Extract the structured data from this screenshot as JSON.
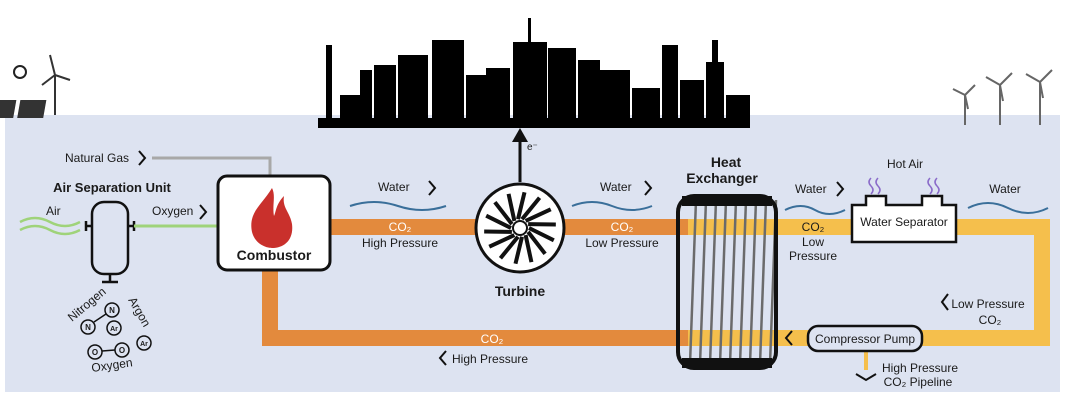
{
  "labels": {
    "natural_gas": "Natural Gas",
    "asu": "Air Separation Unit",
    "air": "Air",
    "oxygen_in": "Oxygen",
    "combustor": "Combustor",
    "turbine": "Turbine",
    "electron": "e⁻",
    "water1": "Water",
    "water2": "Water",
    "water3": "Water",
    "water4": "Water",
    "co2_hp_top": "CO₂",
    "hp_top": "High Pressure",
    "co2_lp_mid": "CO₂",
    "lp_mid": "Low Pressure",
    "heat_exchanger_1": "Heat",
    "heat_exchanger_2": "Exchanger",
    "co2_lp_right": "CO₂",
    "lp_right_1": "Low",
    "lp_right_2": "Pressure",
    "hot_air": "Hot Air",
    "water_separator": "Water Separator",
    "lp_return_1": "Low Pressure",
    "lp_return_2": "CO₂",
    "compressor_pump": "Compressor Pump",
    "pipeline_1": "High Pressure",
    "pipeline_2": "CO₂ Pipeline",
    "co2_hp_bottom": "CO₂",
    "hp_bottom": "High Pressure",
    "nitrogen": "Nitrogen",
    "argon": "Argon",
    "oxygen_mol": "Oxygen",
    "atom_n": "N",
    "atom_ar": "Ar",
    "atom_o": "O"
  },
  "colors": {
    "panel": "#dde3f1",
    "hot_pipe": "#e38a3d",
    "cool_pipe": "#f5bf4c",
    "oxygen_line": "#9fd37a",
    "gas_line": "#a8a8a8",
    "flame": "#c9302c",
    "water": "#3a6f9a",
    "steam": "#8a6bc9"
  }
}
